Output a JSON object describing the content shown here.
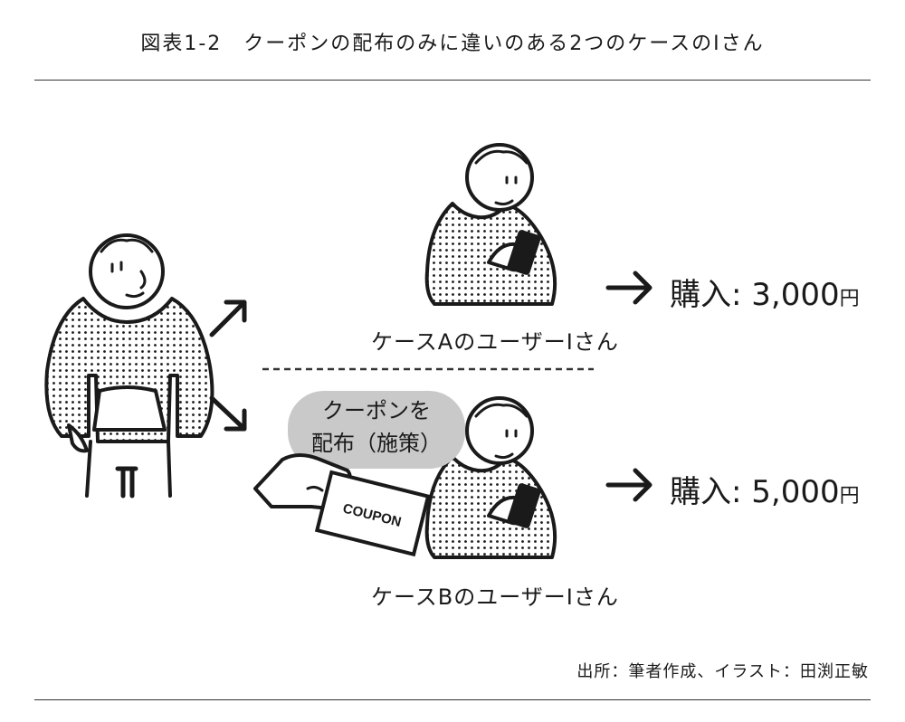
{
  "figure_title": "図表1-2　クーポンの配布のみに違いのある2つのケースのIさん",
  "case_a": {
    "caption": "ケースAのユーザーIさん",
    "result_label": "購入:",
    "amount": "3,000",
    "unit": "円"
  },
  "case_b": {
    "caption": "ケースBのユーザーIさん",
    "result_label": "購入:",
    "amount": "5,000",
    "unit": "円"
  },
  "coupon_bubble": {
    "line1": "クーポンを",
    "line2": "配布（施策）"
  },
  "coupon_card_text": "COUPON",
  "credit": "出所：筆者作成、イラスト：田渕正敏",
  "colors": {
    "ink": "#1a1a1a",
    "bubble": "#c9c9c9",
    "rule": "#333333"
  },
  "icons": [
    "person-hoodie-icon",
    "smartphone-icon",
    "arrow-icon",
    "hand-icon",
    "coupon-card-icon"
  ]
}
